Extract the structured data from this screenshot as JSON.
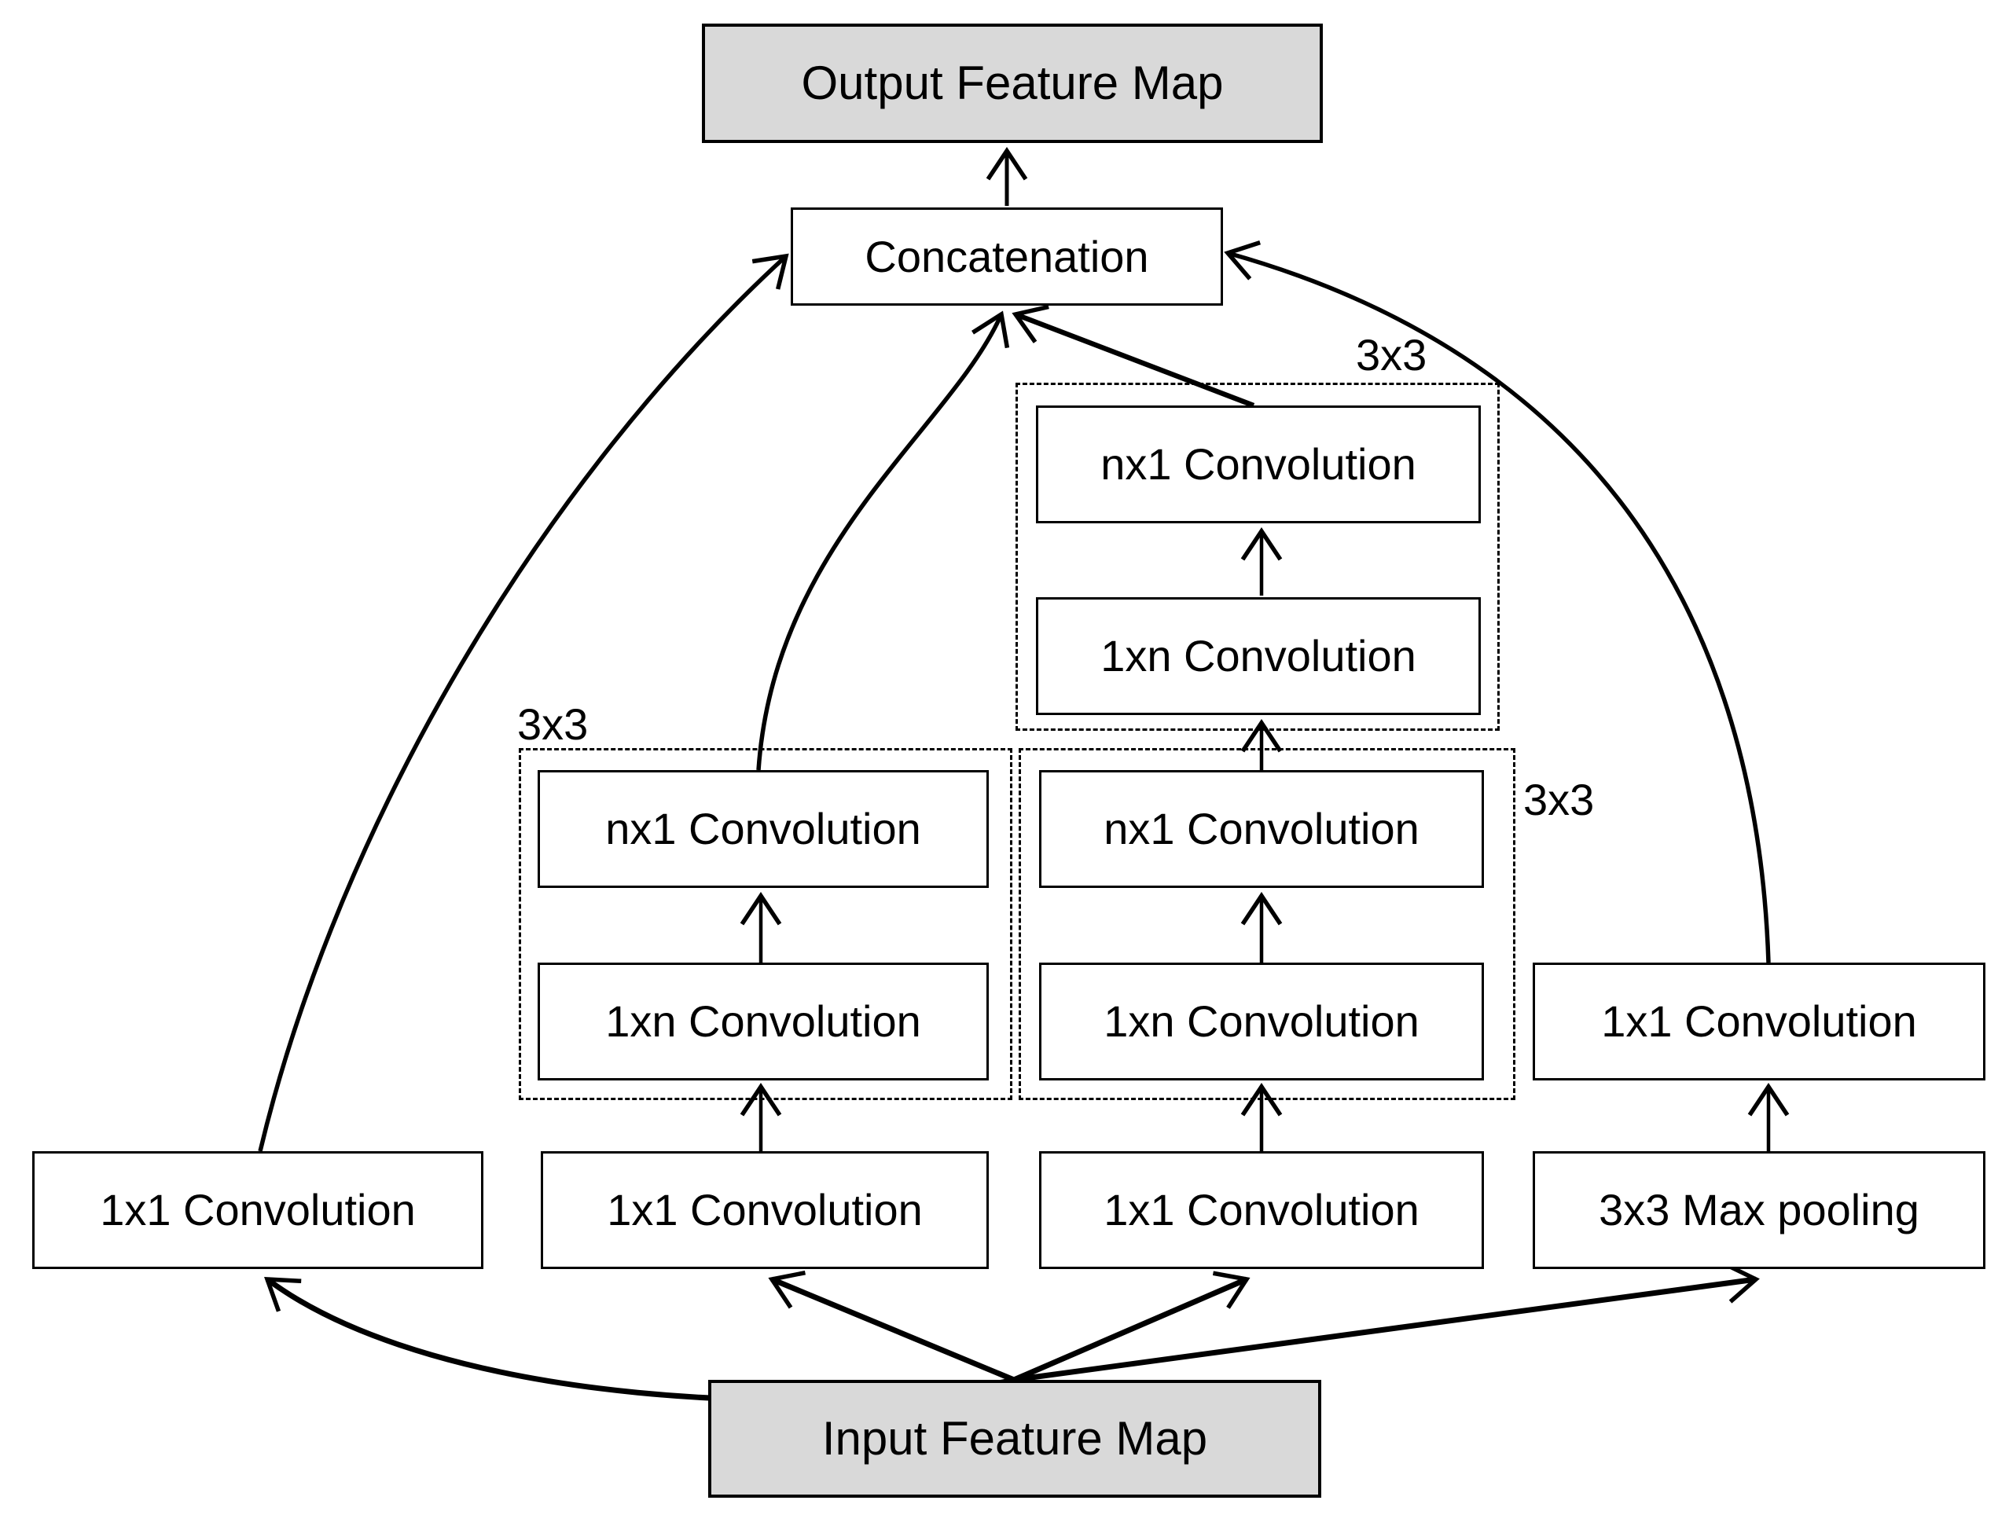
{
  "colors": {
    "background": "#ffffff",
    "line": "#000000",
    "node_fill": "#ffffff",
    "terminal_fill": "#d9d9d9"
  },
  "nodes": {
    "output": {
      "label": "Output Feature Map"
    },
    "concatenation": {
      "label": "Concatenation"
    },
    "input": {
      "label": "Input Feature Map"
    },
    "branch_a": {
      "conv1x1": {
        "label": "1x1 Convolution"
      }
    },
    "branch_b": {
      "group_label": "3x3",
      "nx1": {
        "label": "nx1 Convolution"
      },
      "conv1xn": {
        "label": "1xn Convolution"
      },
      "conv1x1": {
        "label": "1x1 Convolution"
      }
    },
    "branch_c": {
      "upper_group_label": "3x3",
      "lower_group_label": "3x3",
      "upper_nx1": {
        "label": "nx1 Convolution"
      },
      "upper_1xn": {
        "label": "1xn Convolution"
      },
      "lower_nx1": {
        "label": "nx1 Convolution"
      },
      "lower_1xn": {
        "label": "1xn Convolution"
      },
      "conv1x1": {
        "label": "1x1 Convolution"
      }
    },
    "branch_d": {
      "conv1x1": {
        "label": "1x1 Convolution"
      },
      "maxpool": {
        "label": "3x3 Max pooling"
      }
    }
  }
}
